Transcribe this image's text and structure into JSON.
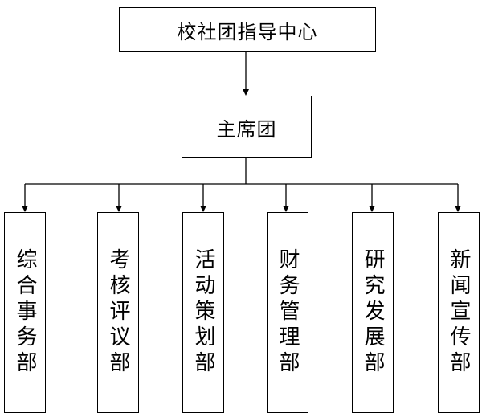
{
  "chart": {
    "root": {
      "label": "校社团指导中心"
    },
    "presidium": {
      "label": "主席团"
    },
    "departments": [
      {
        "label": "综合事务部"
      },
      {
        "label": "考核评议部"
      },
      {
        "label": "活动策划部"
      },
      {
        "label": "财务管理部"
      },
      {
        "label": "研究发展部"
      },
      {
        "label": "新闻宣传部"
      }
    ]
  }
}
